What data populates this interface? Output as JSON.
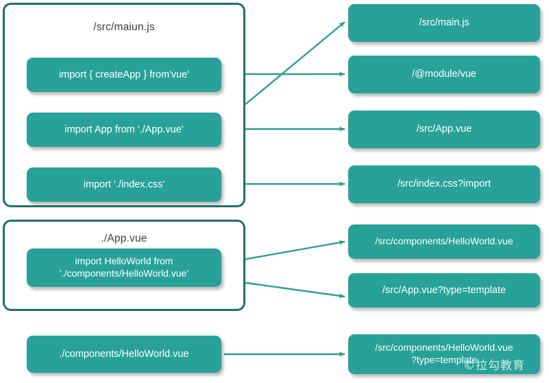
{
  "diagram": {
    "title_hidden": "",
    "accent_fill": "#28a199",
    "accent_border": "#1c7169",
    "arrow_color": "#2a9d94",
    "text_on_fill": "#ffffff",
    "label_color": "#3c3c3c",
    "background": "#ffffff"
  },
  "groups": [
    {
      "id": "group-main",
      "title": "/src/maiun.js"
    },
    {
      "id": "group-appvue",
      "title": "./App.vue"
    }
  ],
  "source_nodes": {
    "main_imports": [
      {
        "id": "import-createapp",
        "label": "import { createApp } from'vue'"
      },
      {
        "id": "import-app",
        "label": "import App from './App.vue'"
      },
      {
        "id": "import-indexcss",
        "label": "import './index.css'"
      }
    ],
    "app_imports": [
      {
        "id": "import-helloworld",
        "label": "import HelloWorld  from\n'./components/HelloWorld.vue'"
      }
    ],
    "standalone": [
      {
        "id": "node-components-helloworld",
        "label": "./components/HelloWorld.vue"
      }
    ]
  },
  "resolved_nodes": [
    {
      "id": "resolved-main-js",
      "label": "/src/main.js"
    },
    {
      "id": "resolved-module-vue",
      "label": "/@module/vue"
    },
    {
      "id": "resolved-app-vue",
      "label": "/src/App.vue"
    },
    {
      "id": "resolved-index-css",
      "label": "/src/index.css?import"
    },
    {
      "id": "resolved-helloworld-vue",
      "label": "/src/components/HelloWorld.vue"
    },
    {
      "id": "resolved-appvue-template",
      "label": "/src/App.vue?type=template"
    },
    {
      "id": "resolved-helloworld-template",
      "label": "/src/components/HelloWorld.vue\n?type=template"
    }
  ],
  "connections": [
    {
      "id": "edge-createapp-to-module-vue",
      "from": "import-createapp",
      "to": "resolved-module-vue"
    },
    {
      "id": "edge-group-to-main-js",
      "from": "group-main",
      "to": "resolved-main-js"
    },
    {
      "id": "edge-app-to-app-vue",
      "from": "import-app",
      "to": "resolved-app-vue"
    },
    {
      "id": "edge-indexcss-to-index-css",
      "from": "import-indexcss",
      "to": "resolved-index-css"
    },
    {
      "id": "edge-helloworld-to-helloworld-vue",
      "from": "import-helloworld",
      "to": "resolved-helloworld-vue"
    },
    {
      "id": "edge-group-to-appvue-template",
      "from": "group-appvue",
      "to": "resolved-appvue-template"
    },
    {
      "id": "edge-components-to-helloworld-template",
      "from": "node-components-helloworld",
      "to": "resolved-helloworld-template"
    }
  ],
  "watermark": {
    "text": "©拉勾教育"
  }
}
